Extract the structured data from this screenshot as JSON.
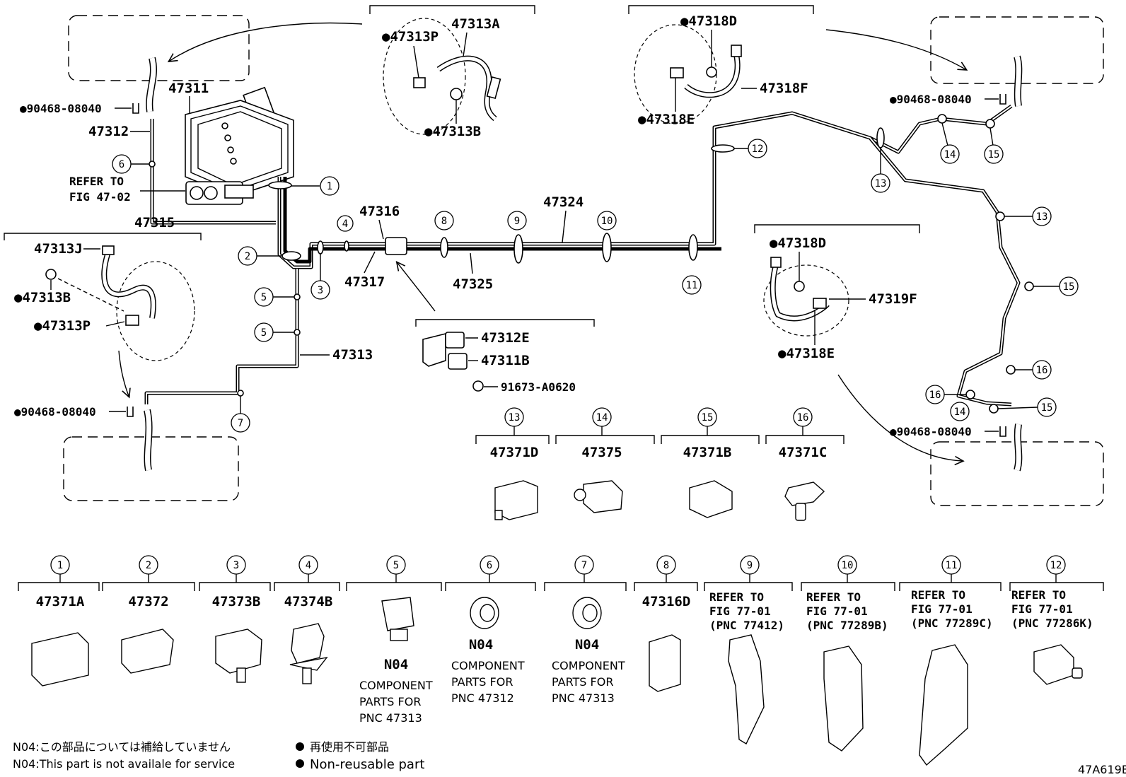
{
  "diagram_code": "47A619E",
  "callouts": {
    "main_top": [
      "47311",
      "47312",
      "47315",
      "47316",
      "47317",
      "47324",
      "47325",
      "47313"
    ],
    "refer_fig": [
      "REFER TO",
      "FIG 47-02"
    ]
  },
  "detail_front": {
    "a": "47313A",
    "p": "●47313P",
    "b": "●47313B"
  },
  "detail_left": {
    "j": "47313J",
    "b": "●47313B",
    "p": "●47313P"
  },
  "detail_rr_top": {
    "d": "●47318D",
    "f": "47318F",
    "e": "●47318E"
  },
  "detail_rr_mid": {
    "d": "●47318D",
    "f": "47319F",
    "e": "●47318E"
  },
  "detail_bracket": {
    "e": "47312E",
    "b": "47311B",
    "bolt": "91673-A0620"
  },
  "clip_90468": "●90468-08040",
  "clips_row1": [
    {
      "num": "13",
      "part": "47371D"
    },
    {
      "num": "14",
      "part": "47375"
    },
    {
      "num": "15",
      "part": "47371B"
    },
    {
      "num": "16",
      "part": "47371C"
    }
  ],
  "clips_row2": [
    {
      "num": "1",
      "part": "47371A"
    },
    {
      "num": "2",
      "part": "47372"
    },
    {
      "num": "3",
      "part": "47373B"
    },
    {
      "num": "4",
      "part": "47374B"
    },
    {
      "num": "5",
      "part": "N04",
      "note": [
        "COMPONENT",
        "PARTS FOR",
        "PNC 47313"
      ]
    },
    {
      "num": "6",
      "part": "N04",
      "note": [
        "COMPONENT",
        "PARTS FOR",
        "PNC 47312"
      ]
    },
    {
      "num": "7",
      "part": "N04",
      "note": [
        "COMPONENT",
        "PARTS FOR",
        "PNC 47313"
      ]
    },
    {
      "num": "8",
      "part": "47316D"
    },
    {
      "num": "9",
      "refer": [
        "REFER TO",
        "FIG 77-01",
        "(PNC 77412)"
      ]
    },
    {
      "num": "10",
      "refer": [
        "REFER TO",
        "FIG 77-01",
        "(PNC 77289B)"
      ]
    },
    {
      "num": "11",
      "refer": [
        "REFER TO",
        "FIG 77-01",
        "(PNC 77289C)"
      ]
    },
    {
      "num": "12",
      "refer": [
        "REFER TO",
        "FIG 77-01",
        "(PNC 77286K)"
      ]
    }
  ],
  "pipe_circles": {
    "c1": "1",
    "c2": "2",
    "c3": "3",
    "c4": "4",
    "c5a": "5",
    "c5b": "5",
    "c6": "6",
    "c7": "7",
    "c8": "8",
    "c9": "9",
    "c10": "10",
    "c11": "11",
    "c12": "12",
    "c13a": "13",
    "c13b": "13",
    "c14a": "14",
    "c15a": "15",
    "c15b": "15",
    "c16a": "16",
    "c16b": "16",
    "c14b": "14",
    "c15c": "15"
  },
  "legend": {
    "n04_jp": "N04:この部品については補給していません",
    "n04_en": "N04:This part is not availale for service",
    "nonreuse_jp": "再使用不可部品",
    "nonreuse_en": "Non-reusable part"
  }
}
